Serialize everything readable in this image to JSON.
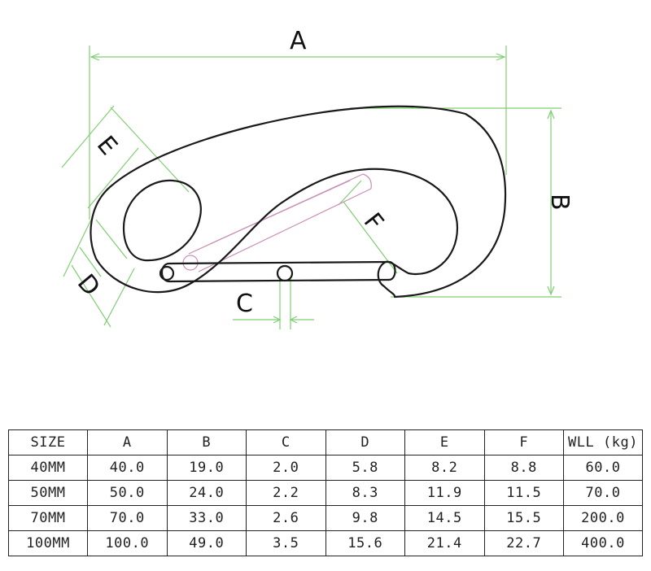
{
  "diagram": {
    "labels": {
      "a": "A",
      "b": "B",
      "c": "C",
      "d": "D",
      "e": "E",
      "f": "F"
    }
  },
  "table": {
    "header": [
      "SIZE",
      "A",
      "B",
      "C",
      "D",
      "E",
      "F",
      "WLL (kg)"
    ],
    "rows": [
      [
        "40MM",
        "40.0",
        "19.0",
        "2.0",
        "5.8",
        "8.2",
        "8.8",
        "60.0"
      ],
      [
        "50MM",
        "50.0",
        "24.0",
        "2.2",
        "8.3",
        "11.9",
        "11.5",
        "70.0"
      ],
      [
        "70MM",
        "70.0",
        "33.0",
        "2.6",
        "9.8",
        "14.5",
        "15.5",
        "200.0"
      ],
      [
        "100MM",
        "100.0",
        "49.0",
        "3.5",
        "15.6",
        "21.4",
        "22.7",
        "400.0"
      ]
    ]
  }
}
